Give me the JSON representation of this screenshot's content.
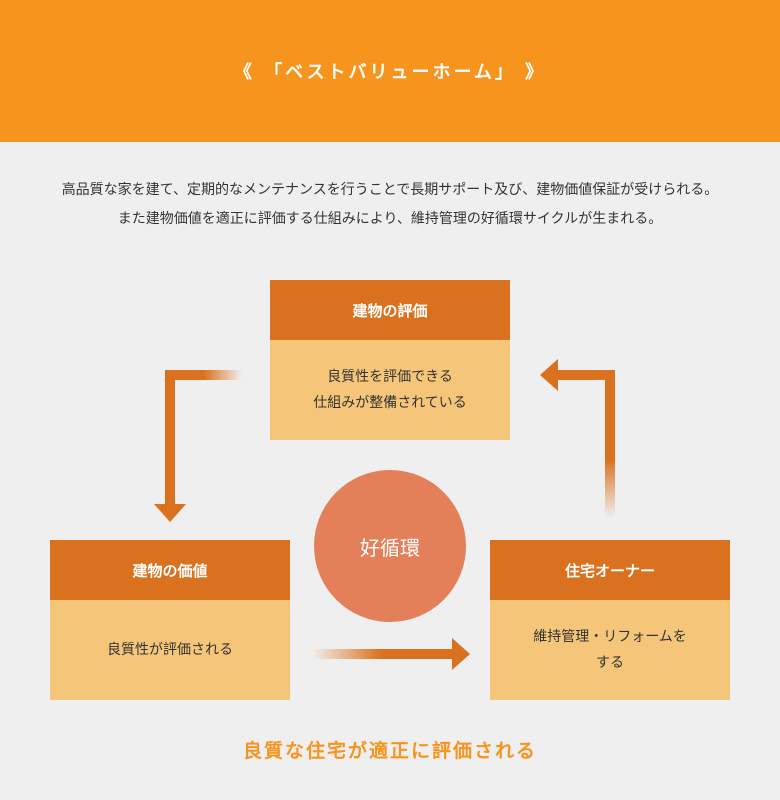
{
  "header": {
    "title": "《 「ベストバリューホーム」 》"
  },
  "intro": {
    "line1": "高品質な家を建て、定期的なメンテナンスを行うことで長期サポート及び、建物価値保証が受けられる。",
    "line2": "また建物価値を適正に評価する仕組みにより、維持管理の好循環サイクルが生まれる。"
  },
  "cycle": {
    "center_label": "好循環",
    "evaluation": {
      "title": "建物の評価",
      "line1": "良質性を評価できる",
      "line2": "仕組みが整備されている"
    },
    "value": {
      "title": "建物の価値",
      "body": "良質性が評価される"
    },
    "owner": {
      "title": "住宅オーナー",
      "line1": "維持管理・リフォームを",
      "line2": "する"
    }
  },
  "footer": {
    "text": "良質な住宅が適正に評価される"
  },
  "colors": {
    "header_bg": "#f7941d",
    "box_head": "#d9711e",
    "box_body": "#f5c679",
    "circle": "#e3805a",
    "footer_text": "#f7941d"
  }
}
